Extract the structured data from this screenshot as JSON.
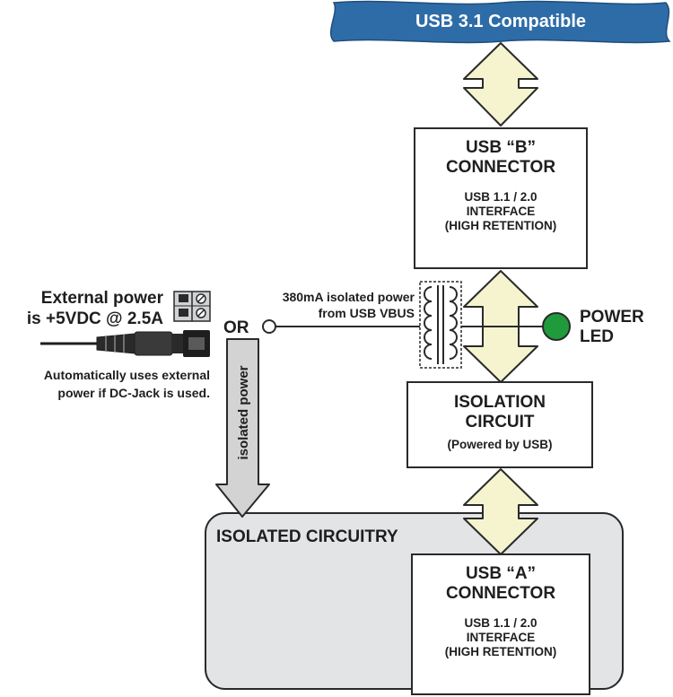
{
  "banner": {
    "text": "USB 3.1 Compatible",
    "color": "#2e6ca8"
  },
  "usb_b": {
    "title": [
      "USB “B”",
      "CONNECTOR"
    ],
    "sub": [
      "USB 1.1 / 2.0",
      "INTERFACE",
      "(HIGH RETENTION)"
    ]
  },
  "isolation": {
    "title": [
      "ISOLATION",
      "CIRCUIT"
    ],
    "sub": "(Powered by USB)"
  },
  "isolated_region": {
    "title": "ISOLATED CIRCUITRY",
    "fill": "#e3e4e6"
  },
  "usb_a": {
    "title": [
      "USB “A”",
      "CONNECTOR"
    ],
    "sub": [
      "USB 1.1 / 2.0",
      "INTERFACE",
      "(HIGH RETENTION)"
    ]
  },
  "power_led": {
    "label": [
      "POWER",
      "LED"
    ],
    "color": "#1f9b3c"
  },
  "ext_power": {
    "title": [
      "External power",
      "is +5VDC @ 2.5A"
    ],
    "note": [
      "Automatically uses external",
      "power if DC-Jack is used."
    ]
  },
  "or_label": "OR",
  "usb_power": [
    "380mA isolated power",
    "from USB VBUS"
  ],
  "isolated_power_arrow": "isolated power",
  "colors": {
    "arrow_fill": "#f6f4cf",
    "arrow_fill_gray": "#d3d3d3",
    "stroke": "#2a2a2a"
  }
}
